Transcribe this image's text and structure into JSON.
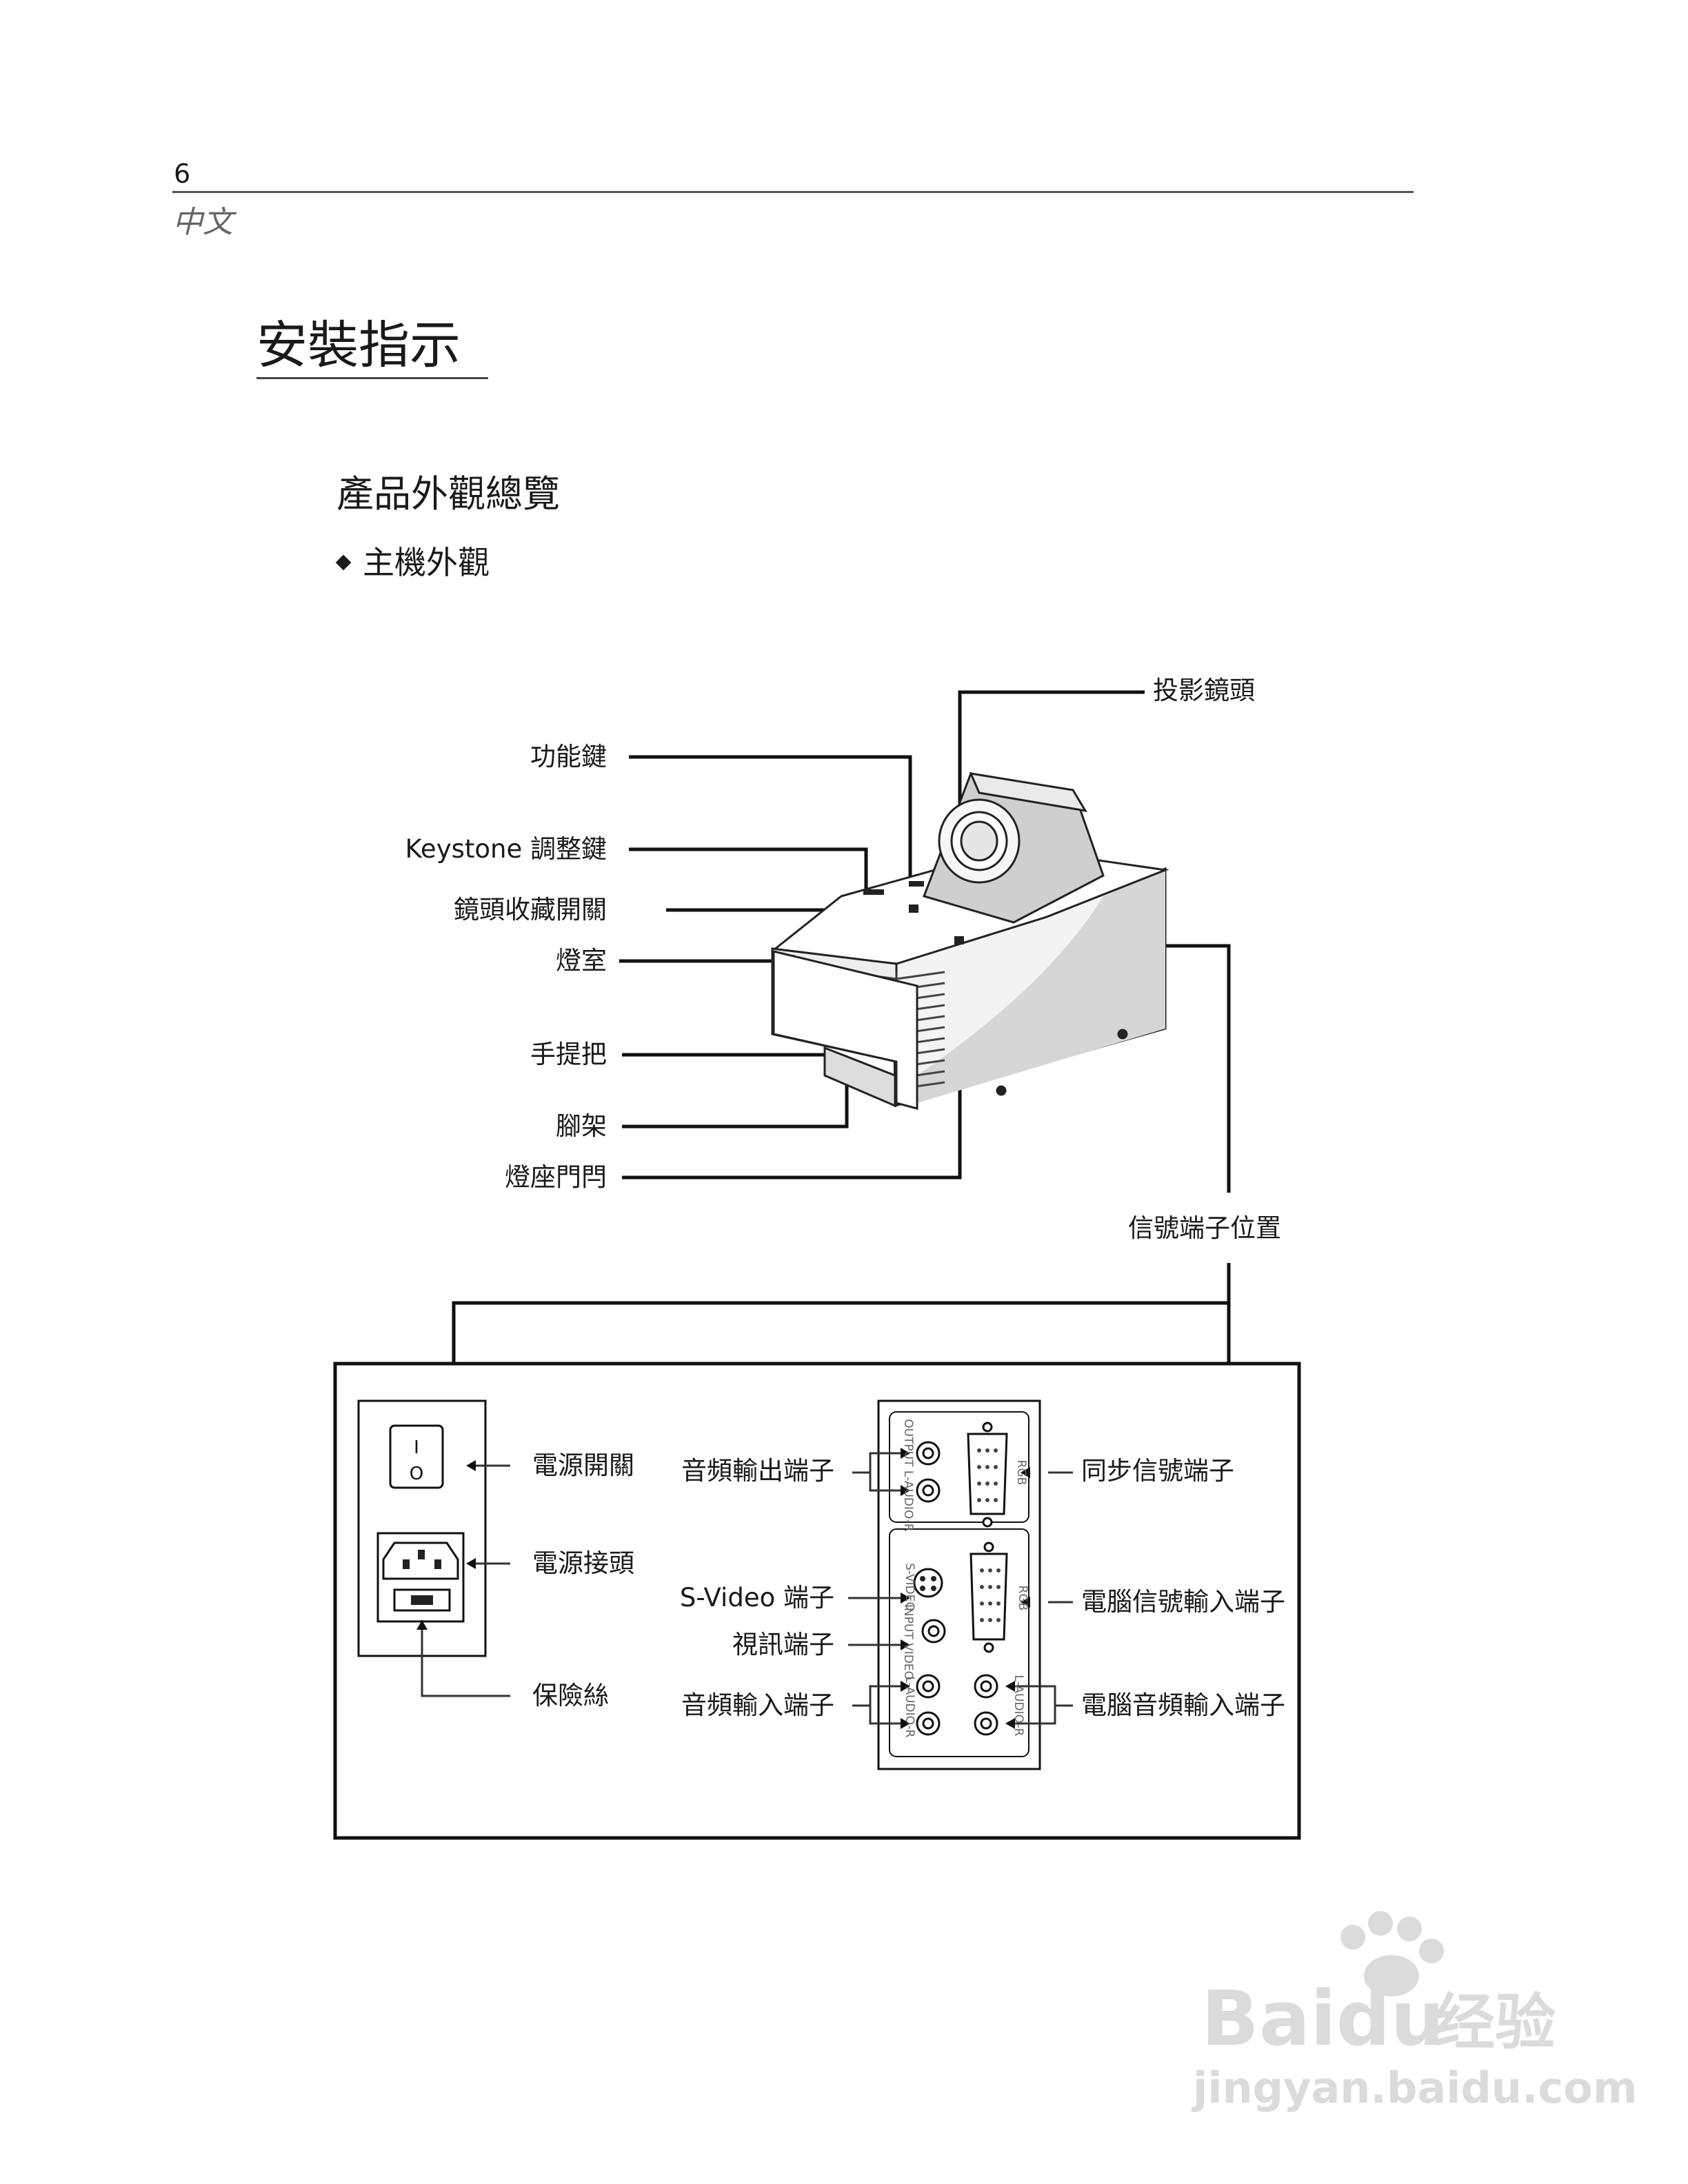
{
  "header": {
    "page_number": "6",
    "language": "中文"
  },
  "section_title": "安裝指示",
  "subsection_title": "產品外觀總覽",
  "bullet_item": "主機外觀",
  "projector_callouts": {
    "projection_lens": "投影鏡頭",
    "function_keys": "功能鍵",
    "keystone_keys": "Keystone 調整鍵",
    "lens_storage_switch": "鏡頭收藏開關",
    "lamp_chamber": "燈室",
    "handle": "手提把",
    "foot_stand": "腳架",
    "lamp_door_latch": "燈座門閂",
    "signal_terminal_location": "信號端子位置"
  },
  "panel_callouts": {
    "power_switch": "電源開關",
    "power_connector": "電源接頭",
    "fuse": "保險絲",
    "audio_output": "音頻輸出端子",
    "svideo_terminal": "S-Video 端子",
    "video_terminal": "視訊端子",
    "audio_input": "音頻輸入端子",
    "sync_signal": "同步信號端子",
    "pc_signal_input": "電腦信號輸入端子",
    "pc_audio_input": "電腦音頻輸入端子"
  },
  "panel_labels": {
    "output_audio": "OUTPUT L-AUDIO-R",
    "rgb_top": "RGB",
    "svideo": "S-VIDEO",
    "input_video": "INPUT VIDEO",
    "rgb_mid": "RGB",
    "laudio_left": "L-AUDIO-R",
    "laudio_right": "L-AUDIO-R"
  },
  "switch_marks": {
    "on": "I",
    "off": "O"
  },
  "watermark": {
    "brand": "Baidu",
    "service": "经验",
    "url": "jingyan.baidu.com"
  }
}
